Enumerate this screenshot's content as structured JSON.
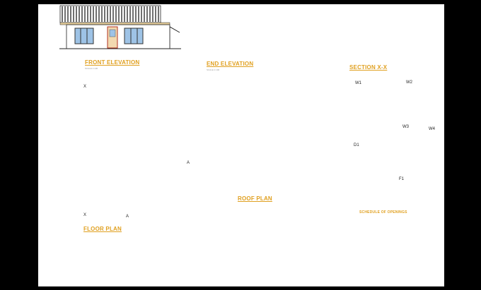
{
  "titles": {
    "front_elevation": "FRONT ELEVATION",
    "end_elevation": "END ELEVATION",
    "section": "SECTION X-X",
    "floor_plan": "FLOOR PLAN",
    "roof_plan": "ROOF PLAN",
    "schedule": "SCHEDULE OF OPENINGS"
  },
  "scale_notes": {
    "front": "SCALE 1:100",
    "end": "SCALE 1:100"
  },
  "window_tags": [
    "W1",
    "W2",
    "W3",
    "W4"
  ],
  "door_tags": [
    "D1"
  ],
  "fixed_tags": [
    "F1"
  ],
  "section_markers": [
    "X",
    "X",
    "A",
    "A"
  ],
  "colors": {
    "title": "#e0a020",
    "line": "#222222",
    "hatch": "#c88a2a",
    "glass": "#9ec3e6",
    "wall_red": "#b03020"
  }
}
